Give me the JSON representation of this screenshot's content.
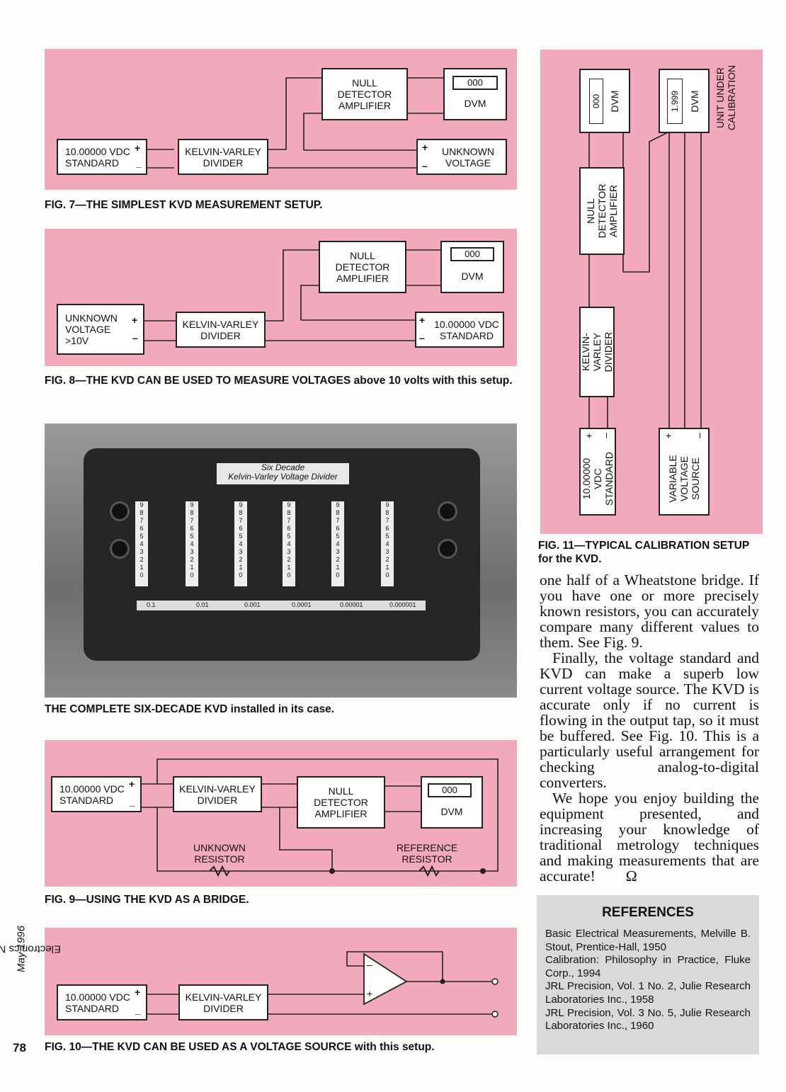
{
  "page_number": "78",
  "running_footer": {
    "publication": "Electronics Now, ",
    "date": "May 1996"
  },
  "fig7": {
    "null_detector": "NULL\nDETECTOR\nAMPLIFIER",
    "dvm_display": "000",
    "dvm": "DVM",
    "standard": "10.00000 VDC\nSTANDARD",
    "kvd": "KELVIN-VARLEY\nDIVIDER",
    "unknown": "UNKNOWN\nVOLTAGE",
    "caption": "FIG. 7—THE SIMPLEST KVD MEASUREMENT SETUP."
  },
  "fig8": {
    "null_detector": "NULL\nDETECTOR\nAMPLIFIER",
    "dvm_display": "000",
    "dvm": "DVM",
    "unknown": "UNKNOWN\nVOLTAGE\n>10V",
    "kvd": "KELVIN-VARLEY\nDIVIDER",
    "standard": "10.00000 VDC\nSTANDARD",
    "caption_bold": "FIG. 8—THE KVD CAN BE USED TO MEASURE VOLTAGES above 10 volts with this setup."
  },
  "photo": {
    "plate": "Six Decade\nKelvin-Varley Voltage Divider",
    "strip_digits": "9\n8\n7\n6\n5\n4\n3\n2\n1\n0",
    "decades": [
      "0.1",
      "0.01",
      "0.001",
      "0.0001",
      "0.00001",
      "0.000001"
    ],
    "caption_bold": "THE COMPLETE SIX-DECADE KVD",
    "caption_rest": " installed in its case."
  },
  "fig9": {
    "standard": "10.00000 VDC\nSTANDARD",
    "kvd": "KELVIN-VARLEY\nDIVIDER",
    "null_detector": "NULL\nDETECTOR\nAMPLIFIER",
    "dvm_display": "000",
    "dvm": "DVM",
    "unknown_resistor": "UNKNOWN\nRESISTOR",
    "reference_resistor": "REFERENCE\nRESISTOR",
    "caption": "FIG. 9—USING THE KVD AS A BRIDGE."
  },
  "fig10": {
    "standard": "10.00000 VDC\nSTANDARD",
    "kvd": "KELVIN-VARLEY\nDIVIDER",
    "caption": "FIG. 10—THE KVD CAN BE USED AS A VOLTAGE SOURCE with this setup."
  },
  "fig11": {
    "dvm1_display": "000",
    "dvm1": "DVM",
    "dvm2_display": "1.999",
    "dvm2": "DVM",
    "uuc": "UNIT UNDER\nCALIBRATION",
    "null_detector": "NULL\nDETECTOR\nAMPLIFIER",
    "kvd": "KELVIN-VARLEY\nDIVIDER",
    "standard": "10.00000 VDC\nSTANDARD",
    "variable": "VARIABLE\nVOLTAGE\nSOURCE",
    "caption": "FIG. 11—TYPICAL CALIBRATION SETUP for the KVD."
  },
  "signs": {
    "plus": "+",
    "minus": "_",
    "dash": "–"
  },
  "body": {
    "p1": "one half of a Wheatstone bridge. If you have one or more precisely known resistors, you can accurately compare many different values to them. See Fig. 9.",
    "p2": "Finally, the voltage standard and KVD can make a superb low current voltage source. The KVD is accurate only if no current is flowing in the output tap, so it must be buffered. See Fig. 10. This is a particularly useful arrangement for checking analog-to-digital converters.",
    "p3": "We hope you enjoy building the equipment presented, and increasing your knowledge of traditional metrology techniques and making measurements that are accurate!",
    "end_mark": "Ω"
  },
  "references": {
    "heading": "REFERENCES",
    "items": [
      "Basic Electrical Measurements, Melville B. Stout, Prentice-Hall, 1950",
      "Calibration: Philosophy in Practice, Fluke Corp., 1994",
      "JRL Precision, Vol. 1 No. 2, Julie Research Laboratories Inc., 1958",
      "JRL Precision, Vol. 3 No. 5, Julie Research Laboratories Inc., 1960"
    ]
  }
}
